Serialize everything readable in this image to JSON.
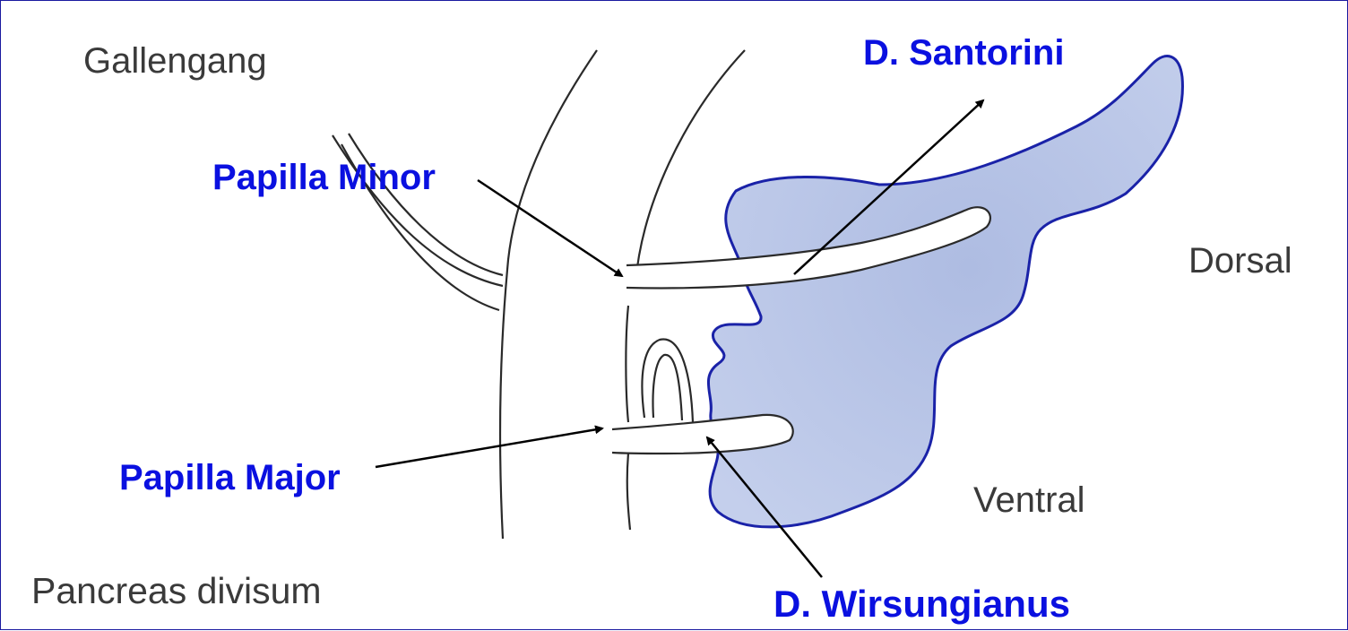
{
  "labels": {
    "gallengang": "Gallengang",
    "pancreas_divisum": "Pancreas divisum",
    "dorsal": "Dorsal",
    "ventral": "Ventral",
    "papilla_minor": "Papilla Minor",
    "papilla_major": "Papilla Major",
    "d_santorini": "D. Santorini",
    "d_wirsungianus": "D. Wirsungianus"
  },
  "colors": {
    "pancreas_fill": "#b9c6e8",
    "pancreas_outline": "#1a22a8",
    "anatomy_line": "#2a2a2a",
    "label_blue": "#0a10e0",
    "label_gray": "#3a3a3a",
    "arrow": "#000000",
    "frame": "#1a1aa0"
  }
}
